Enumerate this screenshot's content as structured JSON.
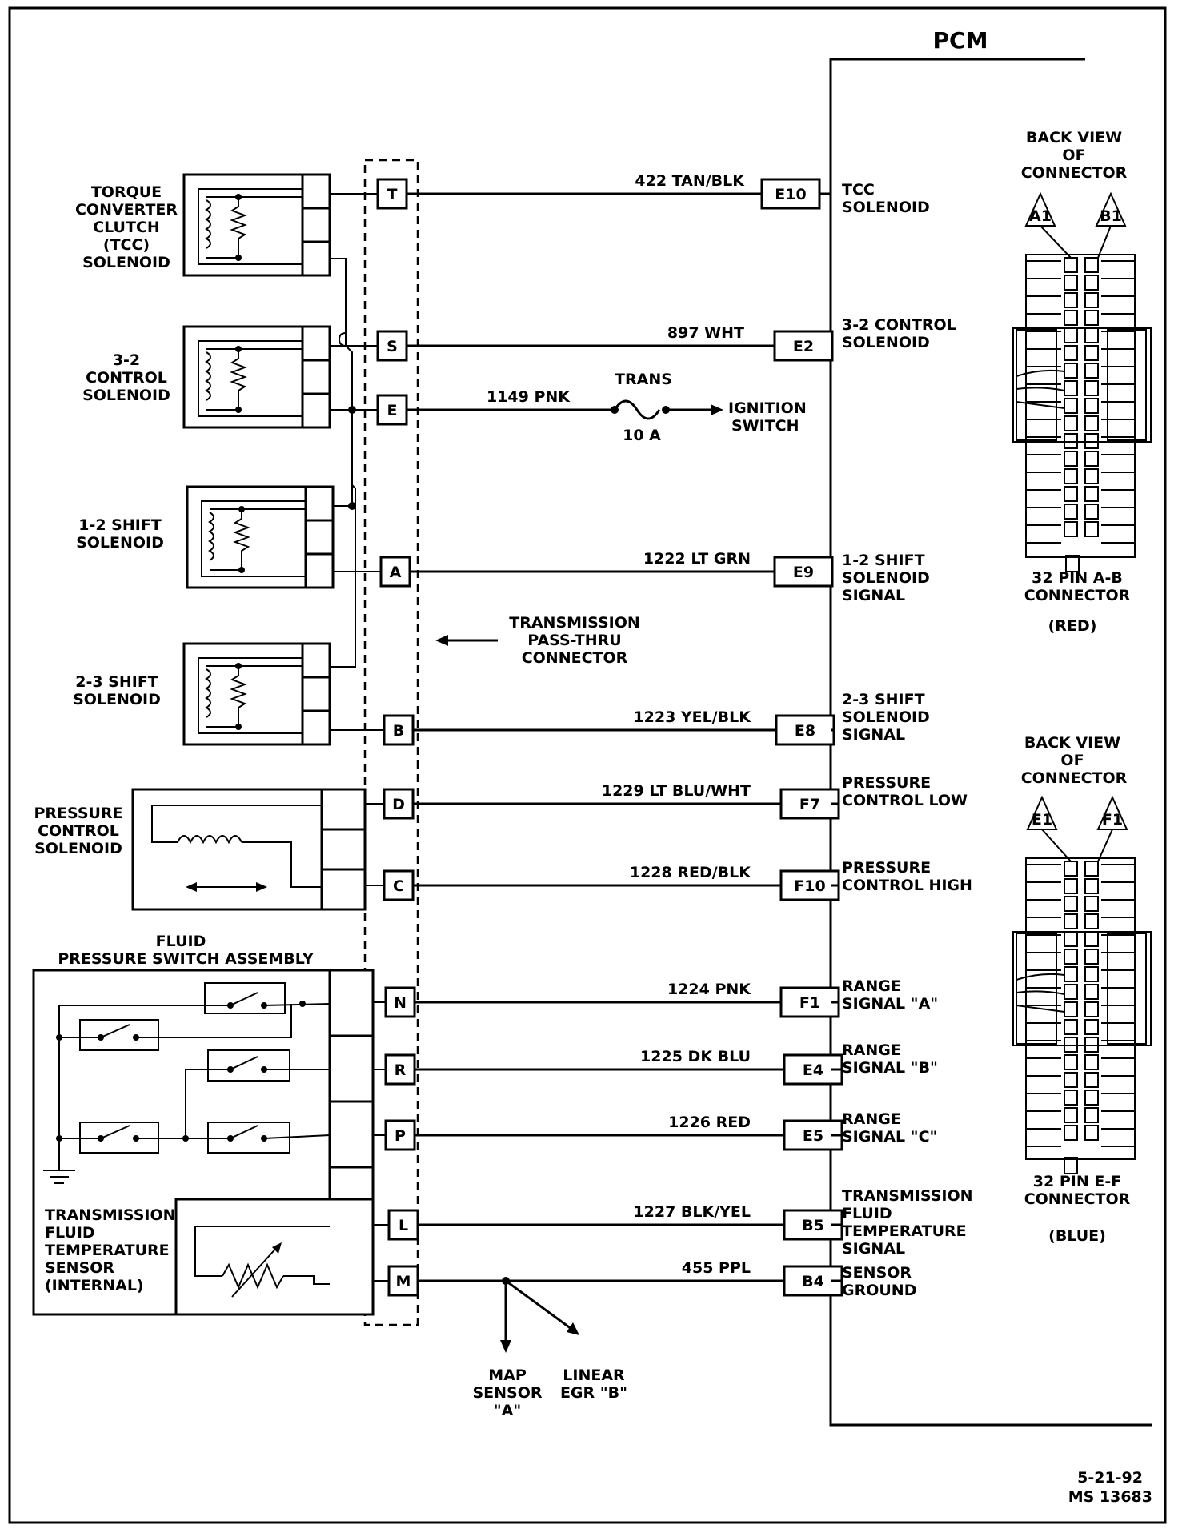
{
  "title": "PCM",
  "passthru_label": [
    "TRANSMISSION",
    "PASS-THRU",
    "CONNECTOR"
  ],
  "components": {
    "tcc": [
      "TORQUE",
      "CONVERTER",
      "CLUTCH",
      "(TCC)",
      "SOLENOID"
    ],
    "control32": [
      "3-2",
      "CONTROL",
      "SOLENOID"
    ],
    "shift12": [
      "1-2 SHIFT",
      "SOLENOID"
    ],
    "shift23": [
      "2-3 SHIFT",
      "SOLENOID"
    ],
    "pcs": [
      "PRESSURE",
      "CONTROL",
      "SOLENOID"
    ],
    "fps": [
      "FLUID",
      "PRESSURE SWITCH ASSEMBLY"
    ],
    "tft": [
      "TRANSMISSION",
      "FLUID",
      "TEMPERATURE",
      "SENSOR",
      "(INTERNAL)"
    ]
  },
  "circuits": [
    {
      "pin": "T",
      "wire": "422 TAN/BLK",
      "pcm_pin": "E10",
      "signal": [
        "TCC",
        "SOLENOID"
      ]
    },
    {
      "pin": "S",
      "wire": "897 WHT",
      "pcm_pin": "E2",
      "signal": [
        "3-2 CONTROL",
        "SOLENOID"
      ]
    },
    {
      "pin": "E",
      "wire": "1149 PNK",
      "pcm_pin": "",
      "signal": []
    },
    {
      "pin": "A",
      "wire": "1222 LT GRN",
      "pcm_pin": "E9",
      "signal": [
        "1-2 SHIFT",
        "SOLENOID",
        "SIGNAL"
      ]
    },
    {
      "pin": "B",
      "wire": "1223 YEL/BLK",
      "pcm_pin": "E8",
      "signal": [
        "2-3 SHIFT",
        "SOLENOID",
        "SIGNAL"
      ]
    },
    {
      "pin": "D",
      "wire": "1229 LT BLU/WHT",
      "pcm_pin": "F7",
      "signal": [
        "PRESSURE",
        "CONTROL LOW"
      ]
    },
    {
      "pin": "C",
      "wire": "1228 RED/BLK",
      "pcm_pin": "F10",
      "signal": [
        "PRESSURE",
        "CONTROL HIGH"
      ]
    },
    {
      "pin": "N",
      "wire": "1224 PNK",
      "pcm_pin": "F1",
      "signal": [
        "RANGE",
        "SIGNAL \"A\""
      ]
    },
    {
      "pin": "R",
      "wire": "1225 DK BLU",
      "pcm_pin": "E4",
      "signal": [
        "RANGE",
        "SIGNAL \"B\""
      ]
    },
    {
      "pin": "P",
      "wire": "1226 RED",
      "pcm_pin": "E5",
      "signal": [
        "RANGE",
        "SIGNAL \"C\""
      ]
    },
    {
      "pin": "L",
      "wire": "1227 BLK/YEL",
      "pcm_pin": "B5",
      "signal": [
        "TRANSMISSION",
        "FLUID",
        "TEMPERATURE",
        "SIGNAL"
      ]
    },
    {
      "pin": "M",
      "wire": "455 PPL",
      "pcm_pin": "B4",
      "signal": [
        "SENSOR",
        "GROUND"
      ]
    }
  ],
  "fuse": {
    "name": "TRANS",
    "rating": "10 A",
    "destination": [
      "IGNITION",
      "SWITCH"
    ]
  },
  "ground_branches": {
    "map": [
      "MAP",
      "SENSOR",
      "\"A\""
    ],
    "egr": [
      "LINEAR",
      "EGR \"B\""
    ]
  },
  "connector_ab": {
    "header": [
      "BACK VIEW",
      "OF",
      "CONNECTOR"
    ],
    "pin_left": "A1",
    "pin_right": "B1",
    "footer": [
      "32  PIN A-B",
      "CONNECTOR"
    ],
    "color": "(RED)"
  },
  "connector_ef": {
    "header": [
      "BACK VIEW",
      "OF",
      "CONNECTOR"
    ],
    "pin_left": "E1",
    "pin_right": "F1",
    "footer": [
      "32  PIN E-F",
      "CONNECTOR"
    ],
    "color": "(BLUE)"
  },
  "footer": [
    "5-21-92",
    "MS 13683"
  ]
}
